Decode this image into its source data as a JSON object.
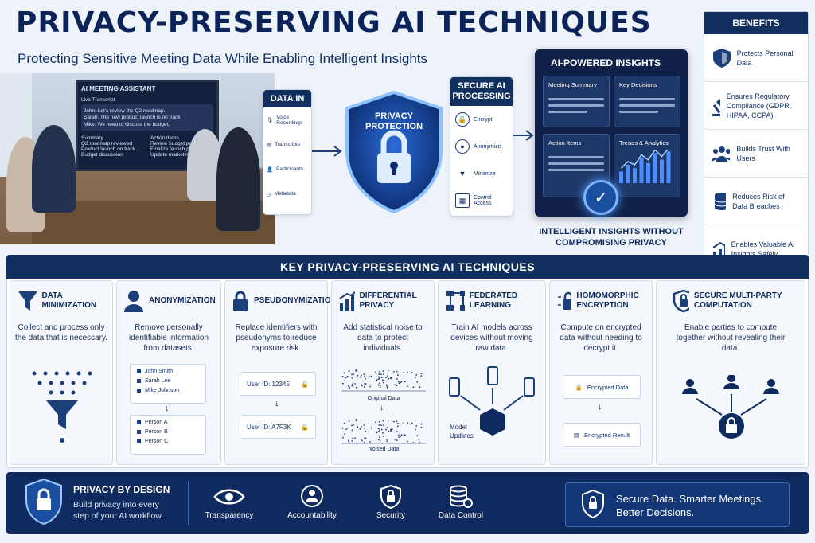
{
  "header": {
    "title": "PRIVACY-PRESERVING AI TECHNIQUES",
    "subtitle": "Protecting Sensitive Meeting Data While Enabling Intelligent Insights"
  },
  "meeting_screen": {
    "title": "AI MEETING ASSISTANT",
    "transcript_label": "Live Transcript",
    "lines": [
      "John: Let's review the Q2 roadmap.",
      "Sarah: The new product launch is on track.",
      "Mike: We need to discuss the budget."
    ],
    "summary_label": "Summary",
    "action_label": "Action Items",
    "summary": [
      "Q2 roadmap reviewed",
      "Product launch on track",
      "Budget discussion"
    ],
    "actions": [
      "Review budget proposal",
      "Finalize launch plan",
      "Update marketing timeline"
    ]
  },
  "data_in": {
    "title": "DATA IN",
    "items": [
      {
        "label": "Voice Recordings",
        "icon": "microphone-icon"
      },
      {
        "label": "Transcripts",
        "icon": "document-icon"
      },
      {
        "label": "Participants",
        "icon": "person-icon"
      },
      {
        "label": "Metadata",
        "icon": "clock-icon"
      }
    ]
  },
  "shield": {
    "label": "PRIVACY PROTECTION"
  },
  "secure_ai": {
    "title": "SECURE AI PROCESSING",
    "items": [
      {
        "label": "Encrypt",
        "icon": "lock-icon"
      },
      {
        "label": "Anonymize",
        "icon": "user-icon"
      },
      {
        "label": "Minimize",
        "icon": "funnel-icon"
      },
      {
        "label": "Control Access",
        "icon": "access-icon"
      }
    ]
  },
  "ai_insights": {
    "title": "AI-POWERED INSIGHTS",
    "cards": [
      "Meeting Summary",
      "Key Decisions",
      "Action Items",
      "Trends & Analytics"
    ],
    "caption": "INTELLIGENT INSIGHTS WITHOUT COMPROMISING PRIVACY",
    "bars": [
      0.35,
      0.55,
      0.45,
      0.75,
      0.6,
      0.9,
      0.7,
      0.95
    ]
  },
  "benefits": {
    "title": "BENEFITS",
    "items": [
      {
        "label": "Protects Personal Data",
        "icon": "shield-icon"
      },
      {
        "label": "Ensures Regulatory Compliance (GDPR, HIPAA, CCPA)",
        "icon": "gavel-icon"
      },
      {
        "label": "Builds Trust With Users",
        "icon": "group-icon"
      },
      {
        "label": "Reduces Risk of Data Breaches",
        "icon": "database-icon"
      },
      {
        "label": "Enables Valuable AI Insights Safely",
        "icon": "growth-chart-icon"
      }
    ]
  },
  "techniques": {
    "title": "KEY PRIVACY-PRESERVING AI TECHNIQUES",
    "items": [
      {
        "name": "DATA MINIMIZATION",
        "desc": "Collect and process only the data that is necessary."
      },
      {
        "name": "ANONYMIZATION",
        "desc": "Remove personally identifiable information from datasets.",
        "before": [
          "John Smith",
          "Sarah Lee",
          "Mike Johnson"
        ],
        "after": [
          "Person A",
          "Person B",
          "Person C"
        ]
      },
      {
        "name": "PSEUDONYMIZATION",
        "desc": "Replace identifiers with pseudonyms to reduce exposure risk.",
        "ids": [
          "User ID: 12345",
          "User ID: A7F3K"
        ]
      },
      {
        "name": "DIFFERENTIAL PRIVACY",
        "desc": "Add statistical noise to data to protect individuals.",
        "labels": [
          "Original Data",
          "Noised Data"
        ]
      },
      {
        "name": "FEDERATED LEARNING",
        "desc": "Train AI models across devices without moving raw data.",
        "label": "Model Updates"
      },
      {
        "name": "HOMOMORPHIC ENCRYPTION",
        "desc": "Compute on encrypted data without needing to decrypt it.",
        "boxes": [
          "Encrypted Data",
          "Encrypted Result"
        ]
      },
      {
        "name": "SECURE MULTI-PARTY COMPUTATION",
        "desc": "Enable parties to compute together without revealing their data."
      }
    ]
  },
  "footer": {
    "title": "PRIVACY BY DESIGN",
    "subtitle": "Build privacy into every step of your AI workflow.",
    "items": [
      {
        "label": "Transparency",
        "icon": "eye-icon"
      },
      {
        "label": "Accountability",
        "icon": "person-check-icon"
      },
      {
        "label": "Security",
        "icon": "lock-shield-icon"
      },
      {
        "label": "Data Control",
        "icon": "database-gear-icon"
      }
    ],
    "tagline": "Secure Data. Smarter Meetings. Better Decisions."
  },
  "colors": {
    "navy": "#12305f",
    "accent": "#1a4fa0",
    "glow": "#4da3ff"
  }
}
